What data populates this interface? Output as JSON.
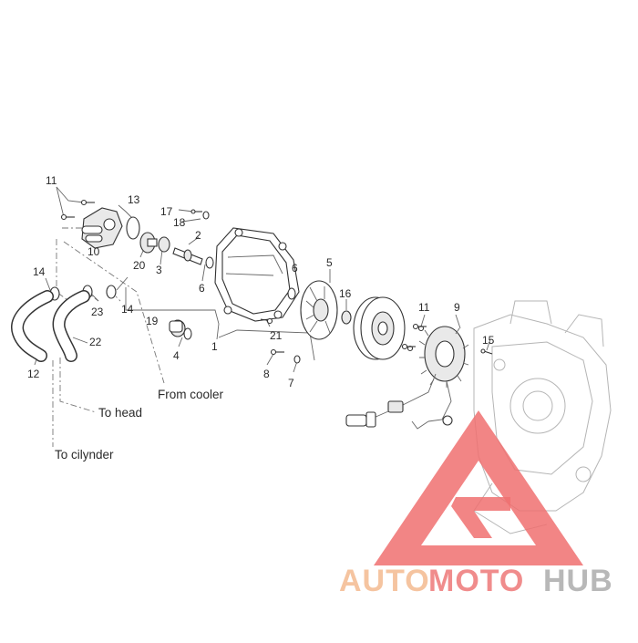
{
  "callouts": {
    "n1": "1",
    "n2": "2",
    "n3": "3",
    "n4": "4",
    "n5": "5",
    "n6a": "6",
    "n6b": "6",
    "n7": "7",
    "n8": "8",
    "n9": "9",
    "n10": "10",
    "n11a": "11",
    "n11b": "11",
    "n12": "12",
    "n13": "13",
    "n14a": "14",
    "n14b": "14",
    "n15": "15",
    "n16": "16",
    "n17": "17",
    "n18": "18",
    "n19": "19",
    "n20": "20",
    "n21": "21",
    "n22": "22",
    "n23": "23"
  },
  "notes": {
    "from_cooler": "From cooler",
    "to_head": "To head",
    "to_cylinder": "To cilynder"
  },
  "watermark": {
    "part1": "AUTO",
    "part2": "MOTO",
    "part3": "HUB",
    "color1": "#f5c4a0",
    "color2": "#f08c8c",
    "color3": "#b8b8b8",
    "logo_color": "#f07070"
  }
}
